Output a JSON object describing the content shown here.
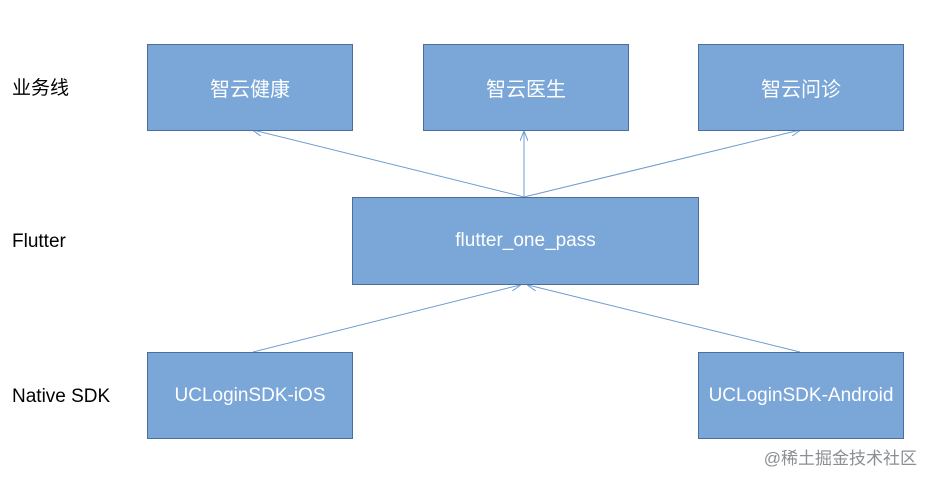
{
  "rows": {
    "business": "业务线",
    "flutter": "Flutter",
    "native": "Native SDK"
  },
  "boxes": {
    "health": "智云健康",
    "doctor": "智云医生",
    "consult": "智云问诊",
    "flutter_one_pass": "flutter_one_pass",
    "ios_sdk": "UCLoginSDK-iOS",
    "android_sdk": "UCLoginSDK-Android"
  },
  "colors": {
    "box_fill": "#7aa6d8",
    "box_border": "#4a6f9a",
    "arrow": "#6f9bd1",
    "box_text": "#ffffff"
  },
  "watermark": "@稀土掘金技术社区"
}
